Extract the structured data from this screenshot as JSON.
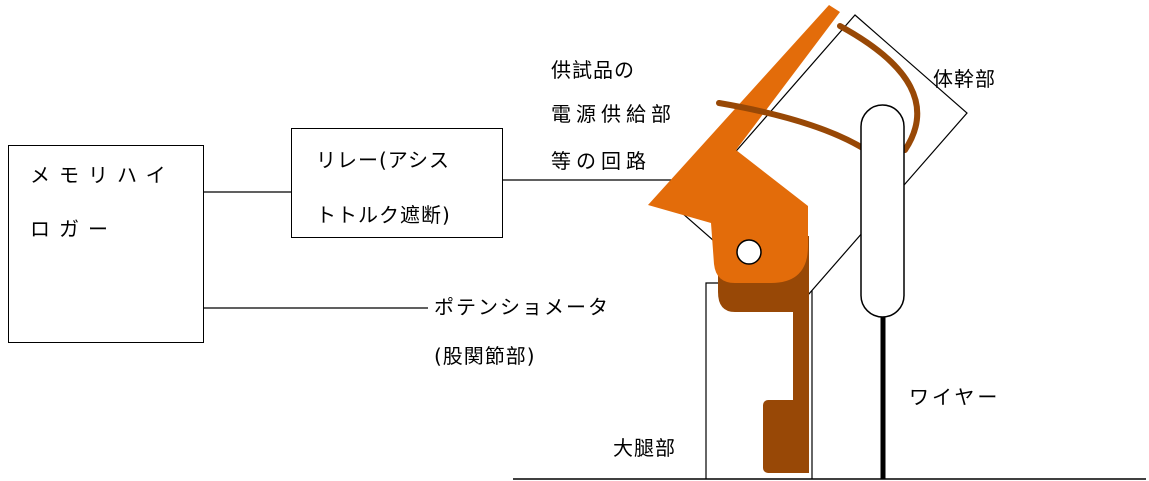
{
  "logger": {
    "line1": "メモリハイ",
    "line2": "ロガー"
  },
  "relay": {
    "line1": "リレー(アシス",
    "line2": "トトルク遮断)"
  },
  "power_circuit": {
    "line1": "供試品の",
    "line2": "電源供給部",
    "line3": "等の回路"
  },
  "trunk_label": "体幹部",
  "potentiometer": {
    "line1": "ポテンショメータ",
    "line2": "(股関節部)"
  },
  "wire_label": "ワイヤー",
  "thigh_label": "大腿部",
  "colors": {
    "orange": "#E36C0A",
    "brown": "#984806",
    "black": "#000000"
  }
}
